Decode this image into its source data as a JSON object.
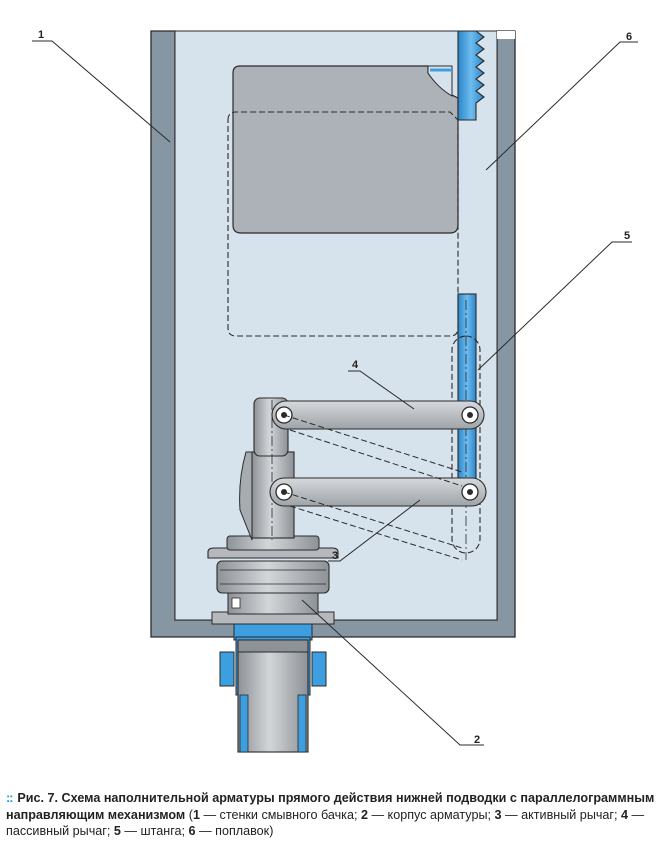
{
  "callouts": {
    "c1": "1",
    "c2": "2",
    "c3": "3",
    "c4": "4",
    "c5": "5",
    "c6": "6"
  },
  "caption": {
    "marker": "::",
    "fig_label": "Рис. 7.",
    "title": " Схема наполнительной арматуры прямого действия нижней подводки с параллелограммным направляющим механизмом",
    "open_paren": " (",
    "items": [
      {
        "num": "1",
        "text": " — стенки смывного бачка; "
      },
      {
        "num": "2",
        "text": " — корпус арматуры; "
      },
      {
        "num": "3",
        "text": " — активный рычаг; "
      },
      {
        "num": "4",
        "text": " — пассивный рычаг; "
      },
      {
        "num": "5",
        "text": " — штанга; "
      },
      {
        "num": "6",
        "text": " — поплавок)"
      }
    ]
  },
  "colors": {
    "tank_wall": "#8796a3",
    "tank_interior": "#d7e3ec",
    "float": "#adb2b8",
    "rod_blue": "#3d9fe0",
    "fitting_gray": "#b5b9bd",
    "outline": "#2a2a2a",
    "caption_marker": "#1f9bd8"
  }
}
